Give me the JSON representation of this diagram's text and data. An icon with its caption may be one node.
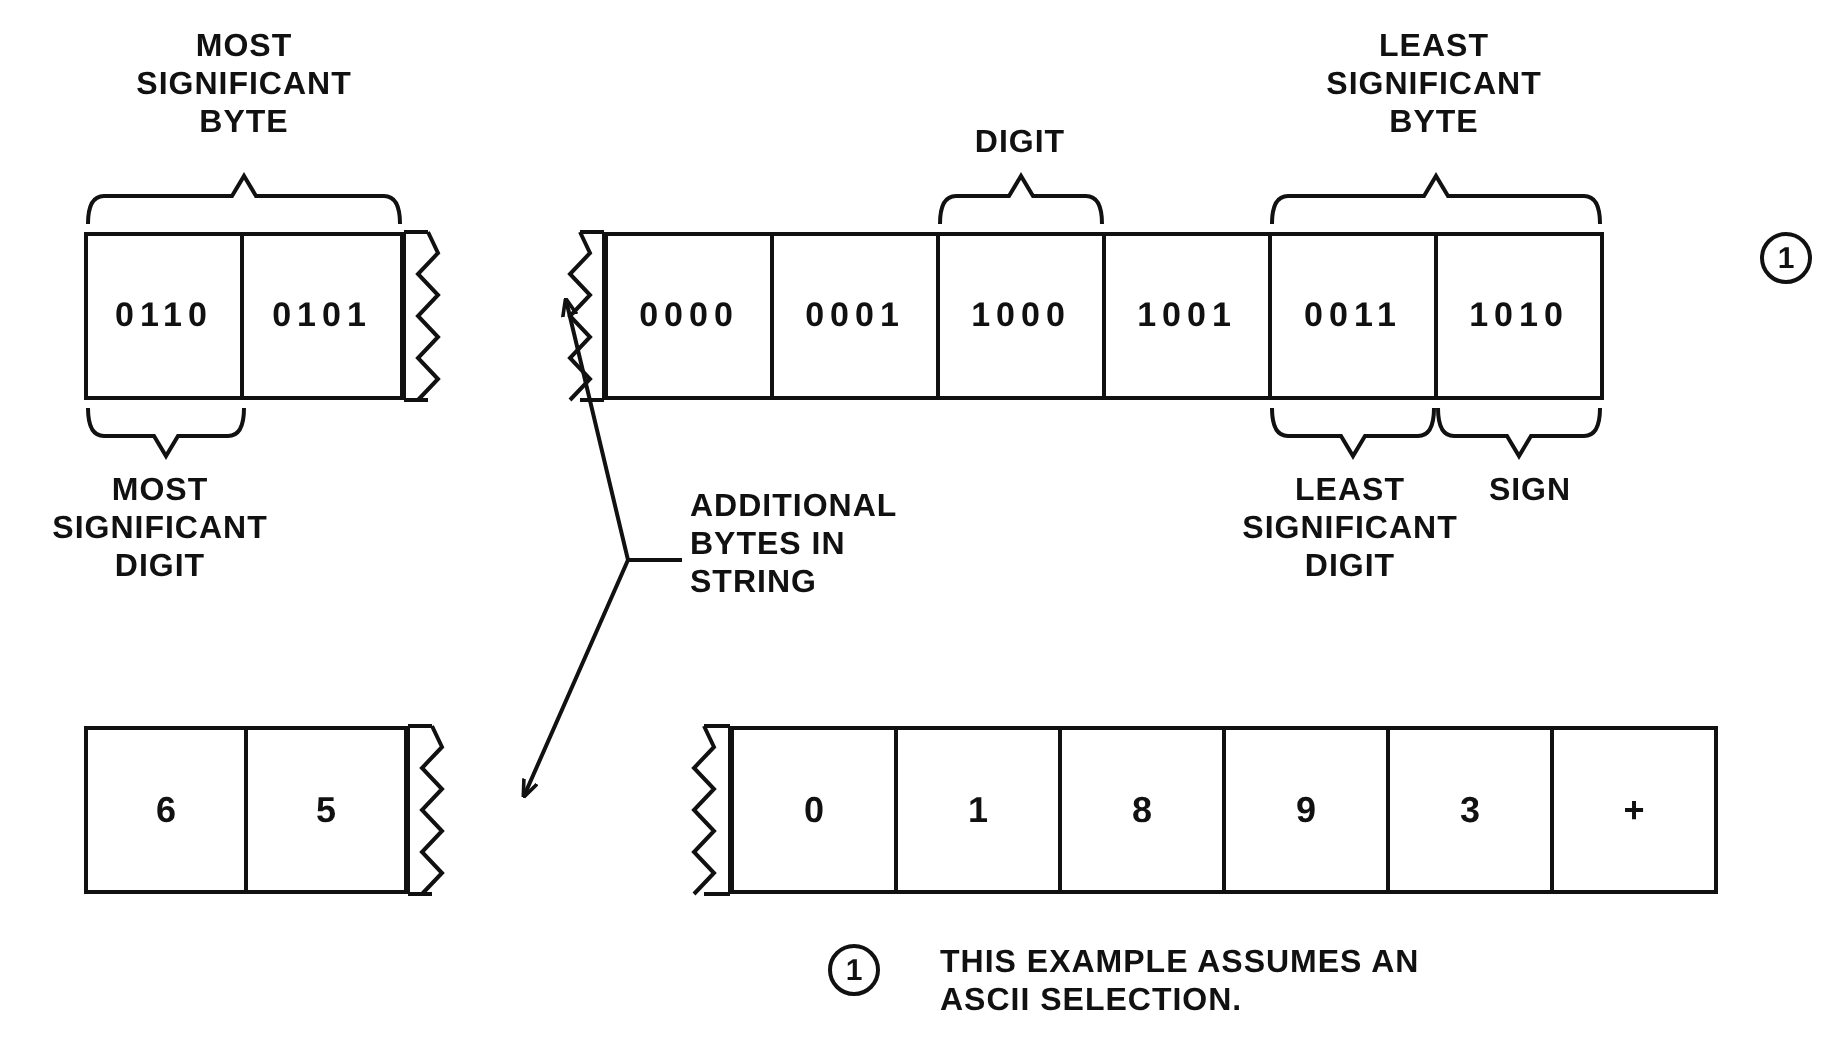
{
  "diagram": {
    "nodes": [
      {
        "text": [
          "0110"
        ]
      },
      {
        "text": [
          "0101"
        ]
      },
      {
        "text": [
          "0000"
        ]
      },
      {
        "text": [
          "0001"
        ]
      },
      {
        "text": [
          "1000"
        ]
      },
      {
        "text": [
          "1001"
        ]
      },
      {
        "text": [
          "0011"
        ]
      },
      {
        "text": [
          "1010"
        ]
      },
      {
        "text": [
          "6"
        ]
      },
      {
        "text": [
          "5"
        ]
      },
      {
        "text": [
          "0"
        ]
      },
      {
        "text": [
          "1"
        ]
      },
      {
        "text": [
          "8"
        ]
      },
      {
        "text": [
          "9"
        ]
      },
      {
        "text": [
          "3"
        ]
      },
      {
        "text": [
          "+"
        ]
      },
      {
        "text": [
          "ADDITIONAL BYTES IN STRING"
        ]
      },
      {
        "text": [],
        "shape": "bar"
      },
      {
        "text": [],
        "shape": "bar"
      },
      {
        "text": [],
        "shape": "bar"
      },
      {
        "text": [],
        "shape": "bar"
      }
    ],
    "edges": [
      {
        "from": 16,
        "to": 18,
        "arrow": "to"
      },
      {
        "from": 16,
        "to": null,
        "arrow": "to"
      }
    ],
    "labels": [
      "MOST SIGNIFICANT BYTE",
      "DIGIT",
      "LEAST SIGNIFICANT BYTE",
      "1",
      "MOST SIGNIFICANT DIGIT",
      "LEAST SIGNIFICANT DIGIT",
      "SIGN",
      "1",
      "THIS EXAMPLE ASSUMES AN ASCII SELECTION."
    ]
  }
}
